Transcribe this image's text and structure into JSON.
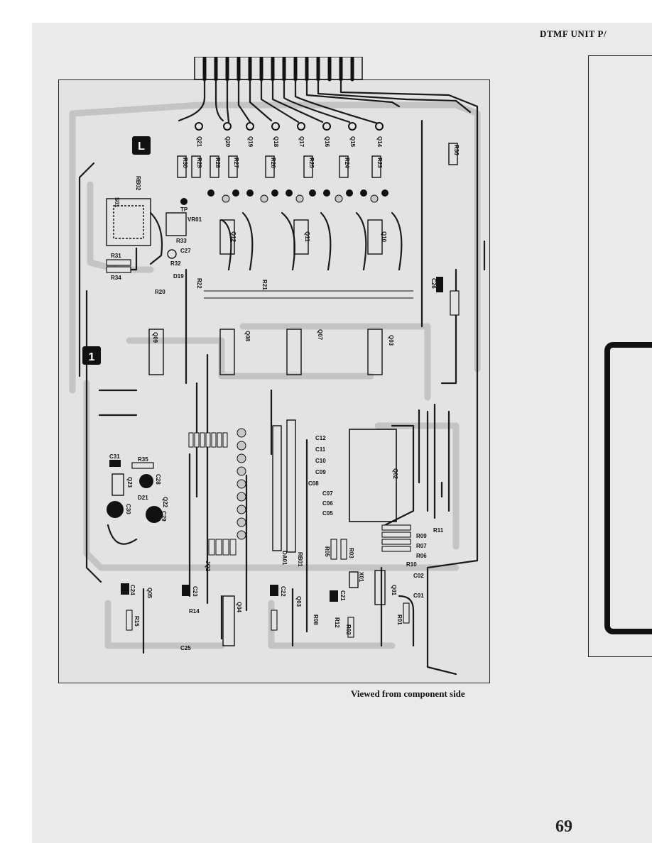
{
  "header": {
    "title": "DTMF UNIT P/"
  },
  "caption": "Viewed from component side",
  "page_number": "69",
  "markers": {
    "top": "L",
    "middle": "1"
  },
  "labels": {
    "transistors_top": [
      "Q21",
      "Q20",
      "Q19",
      "Q18",
      "Q17",
      "Q16",
      "Q15",
      "Q14"
    ],
    "resistors_top": [
      "R30",
      "R29",
      "R28",
      "R27",
      "R26",
      "R25",
      "R24",
      "R23"
    ],
    "r36": "R36",
    "rb02": "RB02",
    "s01": "S01",
    "tp": "TP",
    "vr01": "VR01",
    "r33": "R33",
    "c27": "C27",
    "r32": "R32",
    "r31": "R31",
    "r34": "R34",
    "d19": "D19",
    "r20": "R20",
    "r22": "R22",
    "r21": "R21",
    "q12": "Q12",
    "q11": "Q11",
    "q10": "Q10",
    "c26": "C26",
    "q09": "Q09",
    "q08": "Q08",
    "q07": "Q07",
    "q03": "Q03",
    "c31": "C31",
    "r35": "R35",
    "q23": "Q23",
    "c28": "C28",
    "d21": "D21",
    "c30": "C30",
    "q22": "Q22",
    "c29": "C29",
    "c12": "C12",
    "c11": "C11",
    "c10": "C10",
    "c09": "C09",
    "c08": "C08",
    "c07": "C07",
    "c06": "C06",
    "c05": "C05",
    "q02": "Q02",
    "r11": "R11",
    "r09": "R09",
    "r07": "R07",
    "r06": "R06",
    "r10": "R10",
    "da01": "DA01",
    "rb01": "RB01",
    "r05": "R05",
    "r03": "R03",
    "jq2": "JQ2",
    "c02": "C02",
    "c01": "C01",
    "x01": "X01",
    "q01": "Q01",
    "c24": "C24",
    "q05": "Q05",
    "c23": "C23",
    "r14": "R14",
    "r15": "R15",
    "c25": "C25",
    "q04": "Q04",
    "c22": "C22",
    "q03b": "Q03",
    "r08": "R08",
    "r12": "R12",
    "c21": "C21",
    "r02": "R02",
    "r01": "R01"
  },
  "colors": {
    "paper": "#eaeaea",
    "board": "#e3e3e3",
    "trace": "#1a1a1a",
    "halo": "#c4c4c4"
  }
}
